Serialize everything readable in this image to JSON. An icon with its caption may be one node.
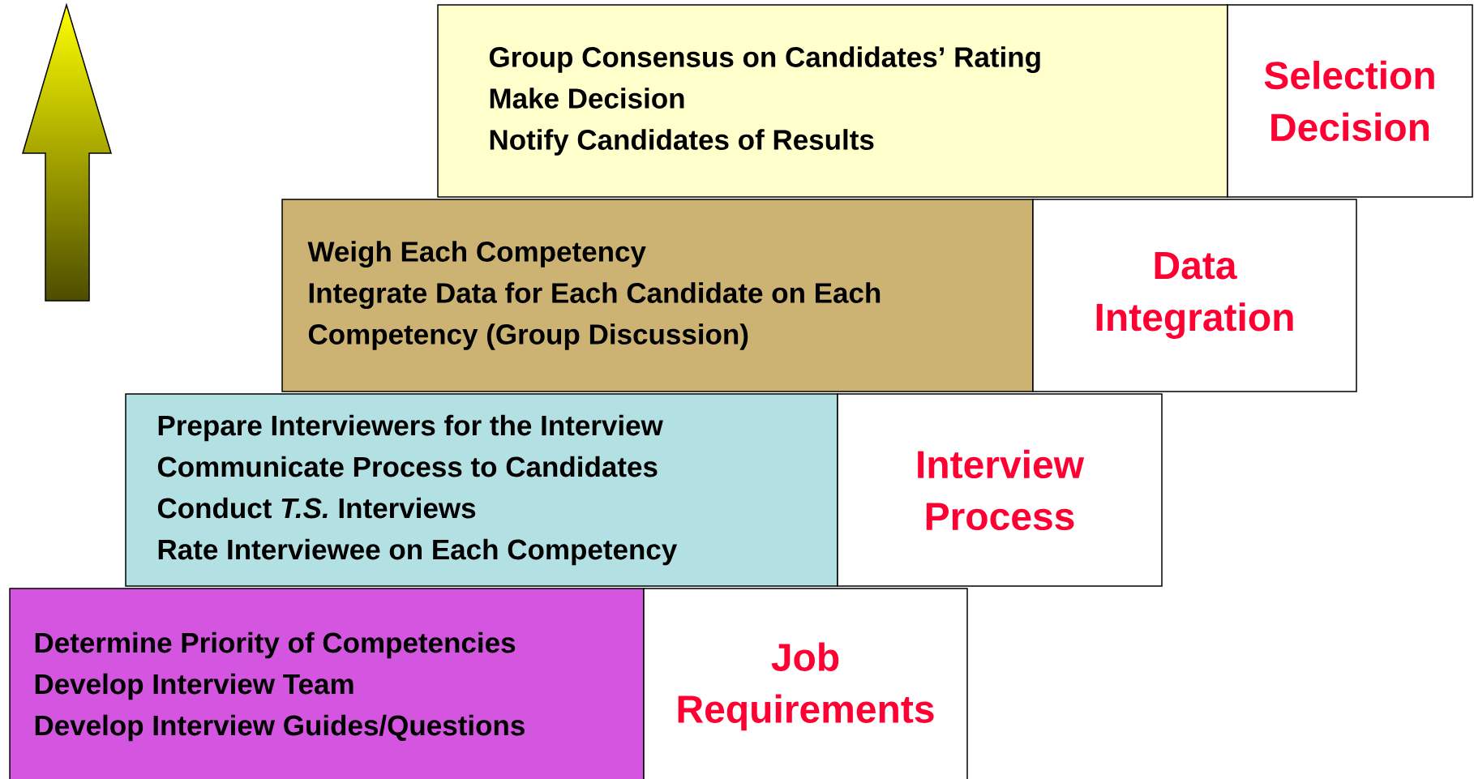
{
  "diagram": {
    "nodes": [
      {
        "text": [
          "Group Consensus on Candidates’ Rating",
          "Make Decision",
          "Notify Candidates of Results"
        ]
      },
      {
        "text": [
          "Selection Decision"
        ]
      },
      {
        "text": [
          "Weigh Each Competency",
          "Integrate Data for Each Candidate on Each",
          "Competency (Group Discussion)"
        ]
      },
      {
        "text": [
          "Data Integration"
        ]
      },
      {
        "text": [
          "Prepare Interviewers for the Interview",
          "Communicate Process to Candidates",
          "Conduct *T.S.* Interviews",
          "Rate Interviewee on Each Competency"
        ]
      },
      {
        "text": [
          "Interview Process"
        ]
      },
      {
        "text": [
          "Determine Priority of Competencies",
          "Develop Interview Team",
          "Develop Interview Guides/Questions"
        ]
      },
      {
        "text": [
          "Job Requirements"
        ]
      }
    ]
  }
}
